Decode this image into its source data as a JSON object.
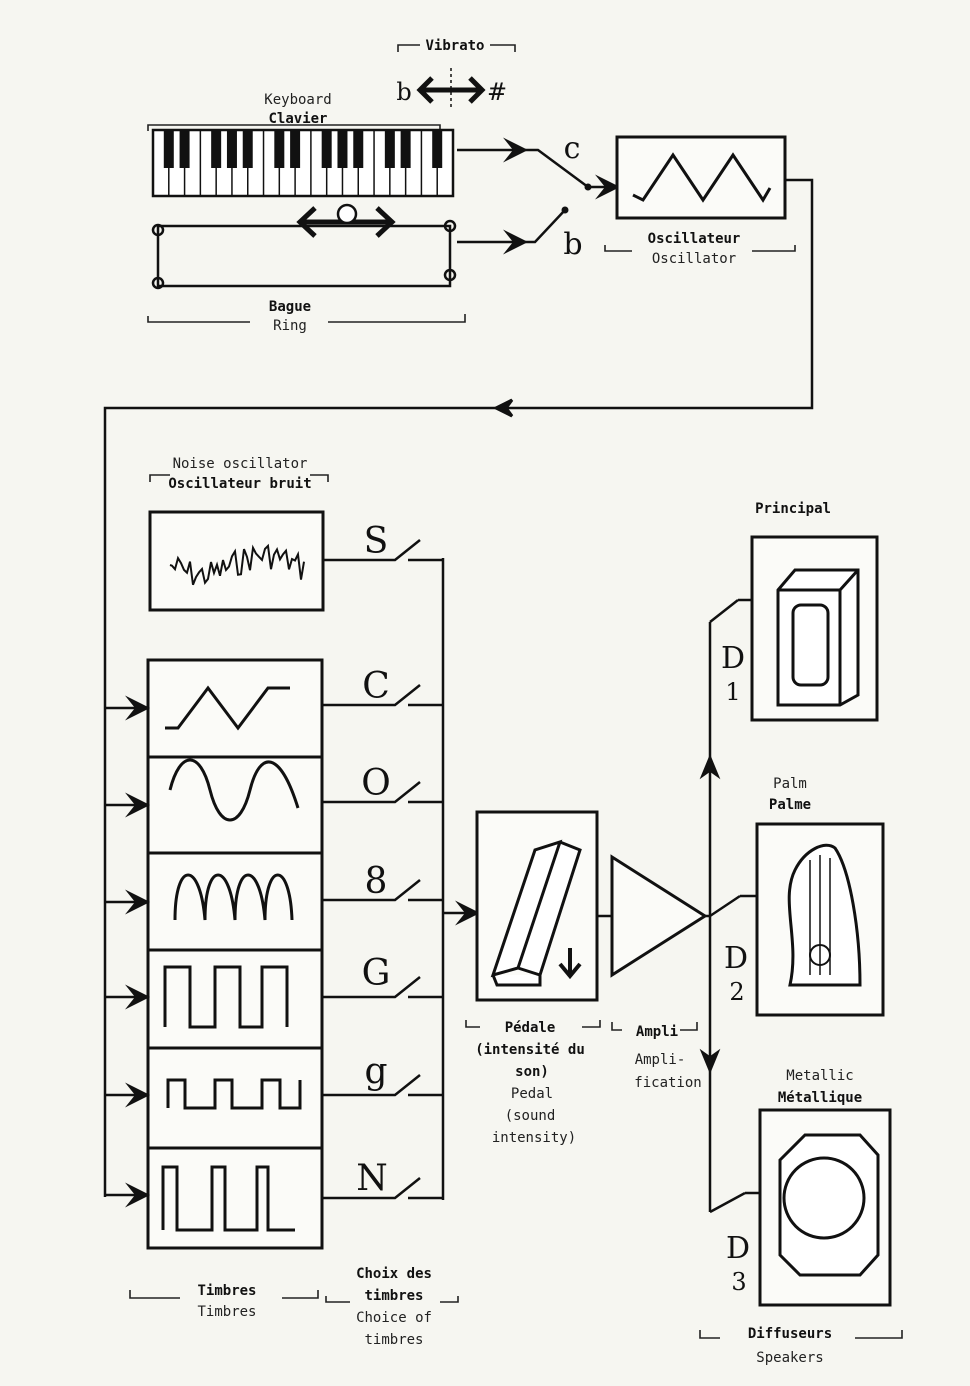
{
  "vibrato": {
    "label": "Vibrato",
    "flat": "b",
    "sharp": "#"
  },
  "keyboard": {
    "label_en": "Keyboard",
    "label_fr": "Clavier"
  },
  "ring": {
    "label_fr": "Bague",
    "label_en": "Ring"
  },
  "switches_input": {
    "c": "c",
    "b": "b"
  },
  "oscillator": {
    "label_fr": "Oscillateur",
    "label_en": "Oscillator"
  },
  "noise": {
    "label_en": "Noise oscillator",
    "label_fr": "Oscillateur bruit"
  },
  "timbre_switches": [
    "S",
    "C",
    "O",
    "8",
    "G",
    "g",
    "N"
  ],
  "pedal": {
    "lines_fr": [
      "Pédale",
      "(intensité du",
      "son)"
    ],
    "lines_en": [
      "Pedal",
      "(sound",
      "intensity)"
    ]
  },
  "ampli": {
    "label_fr": "Ampli",
    "lines_en": [
      "Ampli-",
      "fication"
    ]
  },
  "speakers": {
    "principal": "Principal",
    "palm_en": "Palm",
    "palm_fr": "Palme",
    "metallic_en": "Metallic",
    "metallic_fr": "Métallique",
    "d_label": "D",
    "d_numbers": [
      "1",
      "2",
      "3"
    ],
    "group_fr": "Diffuseurs",
    "group_en": "Speakers"
  },
  "timbres": {
    "label_fr": "Timbres",
    "label_en": "Timbres"
  },
  "choice": {
    "lines_fr": [
      "Choix des",
      "timbres"
    ],
    "lines_en": [
      "Choice of",
      "timbres"
    ]
  }
}
